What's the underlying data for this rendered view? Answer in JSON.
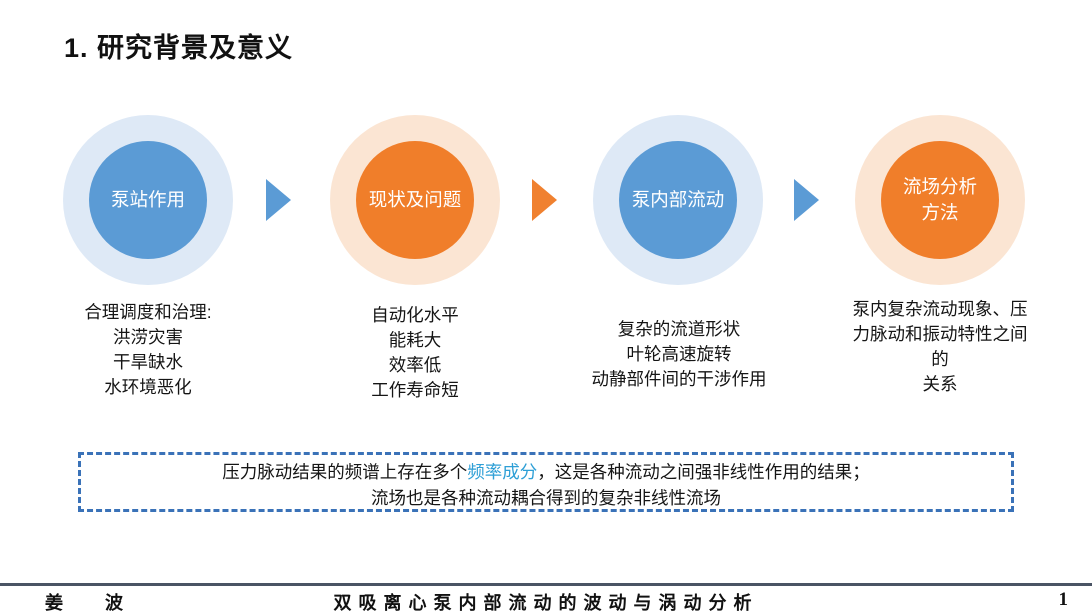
{
  "title": "1. 研究背景及意义",
  "stages": [
    {
      "label": "泵站作用",
      "circle_color": "#5B9BD5",
      "halo_color": "#DEE9F6",
      "description": "合理调度和治理:\n洪涝灾害\n干旱缺水\n水环境恶化"
    },
    {
      "label": "现状及问题",
      "circle_color": "#F07E2A",
      "halo_color": "#FBE5D3",
      "description": "自动化水平\n能耗大\n效率低\n工作寿命短"
    },
    {
      "label": "泵内部流动",
      "circle_color": "#5B9BD5",
      "halo_color": "#DEE9F6",
      "description": "复杂的流道形状\n叶轮高速旋转\n动静部件间的干涉作用"
    },
    {
      "label": "流场分析\n方法",
      "circle_color": "#F07E2A",
      "halo_color": "#FBE5D3",
      "description": "泵内复杂流动现象、压力脉动和振动特性之间的\n关系"
    }
  ],
  "arrows": [
    {
      "color": "#5B9BD5"
    },
    {
      "color": "#F08130"
    },
    {
      "color": "#5B9BD5"
    }
  ],
  "callout": {
    "line1_pre": "压力脉动结果的频谱上存在多个",
    "line1_highlight": "频率成分",
    "line1_post": "，这是各种流动之间强非线性作用的结果；",
    "line2": "流场也是各种流动耦合得到的复杂非线性流场",
    "border_color": "#3A72B8",
    "highlight_color": "#2E9FD6"
  },
  "footer": {
    "author": "姜　波",
    "thesis_title": "双吸离心泵内部流动的波动与涡动分析",
    "page_number": "1",
    "divider_color": "#4A5464"
  }
}
